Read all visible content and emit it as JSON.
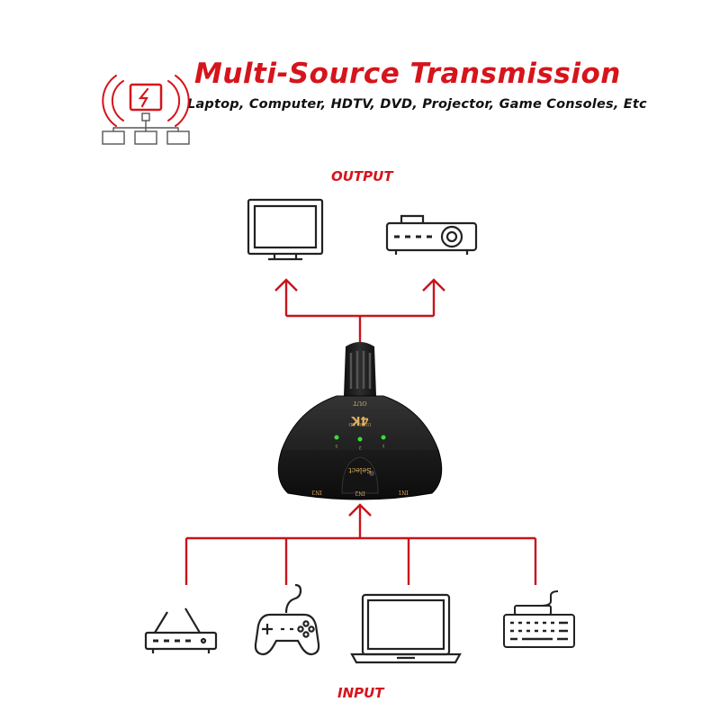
{
  "header": {
    "title": "Multi-Source Transmission",
    "subtitle": "Laptop, Computer, HDTV, DVD, Projector, Game Consoles, Etc",
    "icon": "multi-source-network-icon"
  },
  "output": {
    "label": "OUTPUT",
    "devices": [
      {
        "name": "monitor",
        "icon": "monitor-icon"
      },
      {
        "name": "projector",
        "icon": "projector-icon"
      }
    ]
  },
  "input": {
    "label": "INPUT",
    "devices": [
      {
        "name": "router",
        "icon": "router-icon"
      },
      {
        "name": "game controller",
        "icon": "gamepad-icon"
      },
      {
        "name": "laptop",
        "icon": "laptop-icon"
      },
      {
        "name": "keyboard",
        "icon": "keyboard-icon"
      }
    ]
  },
  "switch": {
    "out_port": "OUT",
    "badge": "4K",
    "badge_sub": "ULTRA HD",
    "led_labels": [
      "1",
      "2",
      "3"
    ],
    "select_label": "Select",
    "ports": [
      "IN1",
      "IN2",
      "IN3"
    ]
  },
  "colors": {
    "accent": "#d6141c",
    "line": "#c8141c",
    "icon": "#222222",
    "device_body": "#1b1b1b",
    "led": "#3ddc3d"
  }
}
